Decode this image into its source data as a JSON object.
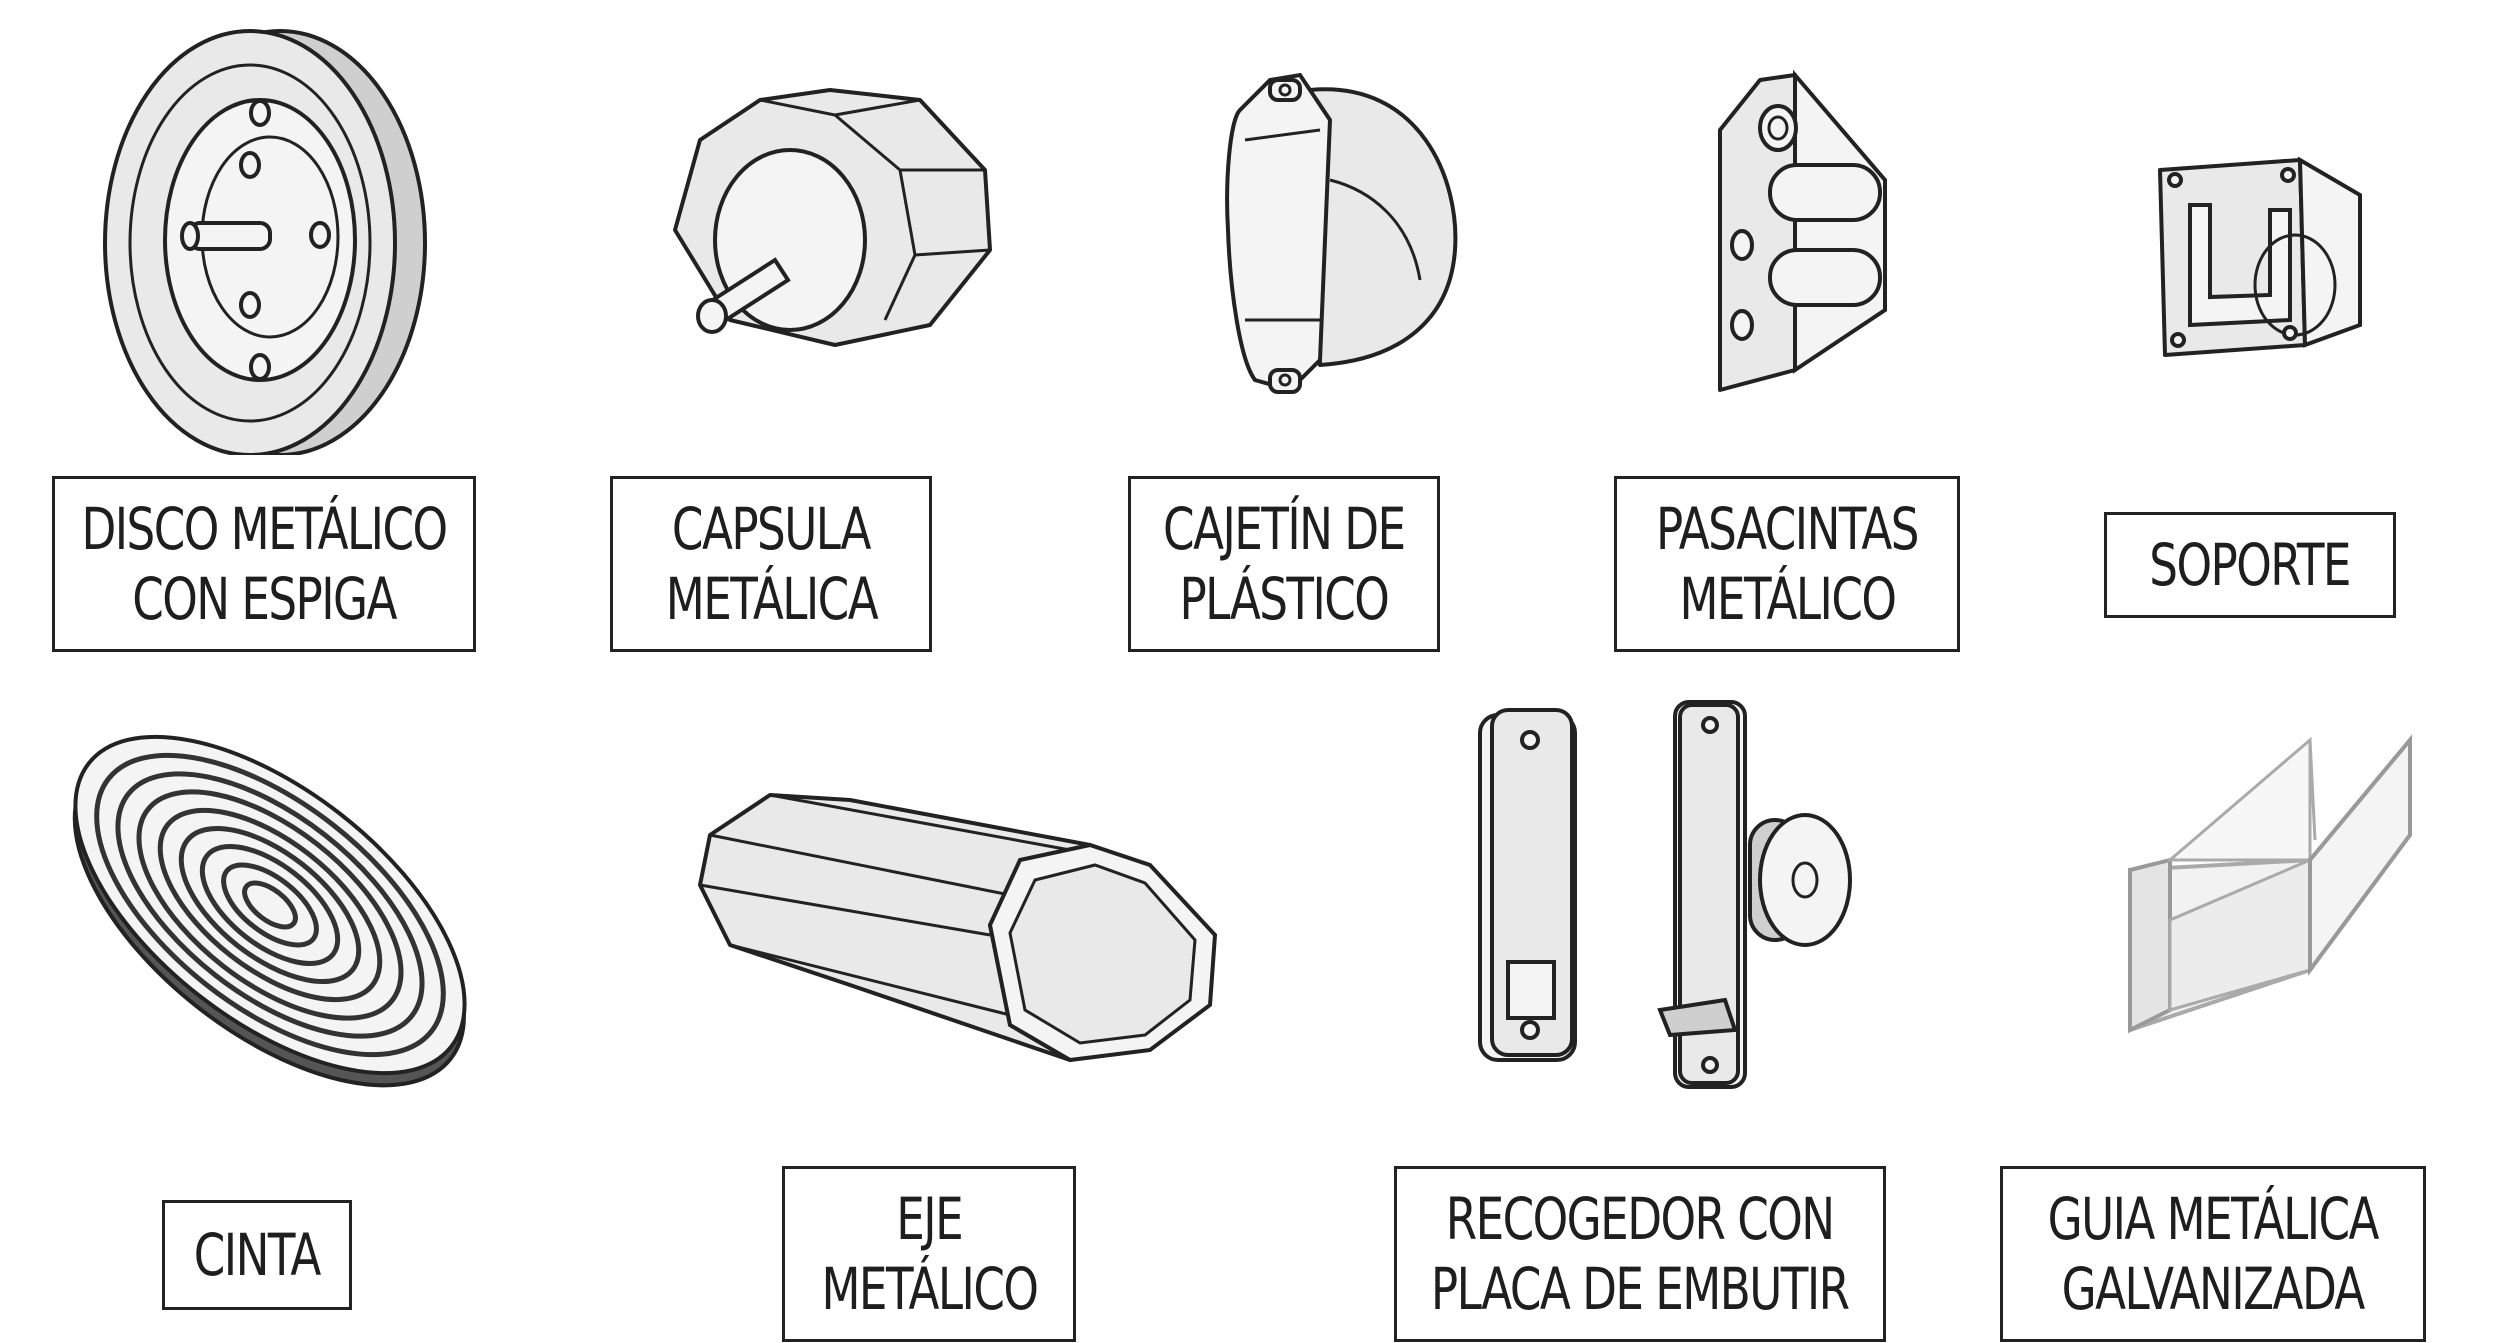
{
  "items": [
    {
      "icon": "pulley-disc-icon",
      "lines": [
        "DISCO METÁLICO",
        "CON ESPIGA"
      ]
    },
    {
      "icon": "octagonal-capsule-icon",
      "lines": [
        "CAPSULA",
        "METÁLICA"
      ]
    },
    {
      "icon": "plastic-box-icon",
      "lines": [
        "CAJETÍN DE",
        "PLÁSTICO"
      ]
    },
    {
      "icon": "strap-guide-icon",
      "lines": [
        "PASACINTAS",
        "METÁLICO"
      ]
    },
    {
      "icon": "support-bracket-icon",
      "lines": [
        "SOPORTE"
      ]
    },
    {
      "icon": "strap-roll-icon",
      "lines": [
        "CINTA"
      ]
    },
    {
      "icon": "octagonal-shaft-icon",
      "lines": [
        "EJE",
        "METÁLICO"
      ]
    },
    {
      "icon": "strap-winder-icon",
      "lines": [
        "RECOGEDOR CON",
        "PLACA DE EMBUTIR"
      ]
    },
    {
      "icon": "u-channel-guide-icon",
      "lines": [
        "GUIA METÁLICA",
        "GALVANIZADA"
      ]
    }
  ]
}
